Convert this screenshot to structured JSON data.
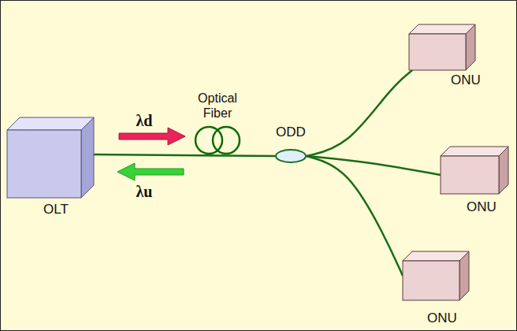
{
  "diagram": {
    "nodes": [
      {
        "text": [
          "OLT"
        ]
      },
      {
        "text": [
          "ODD"
        ]
      },
      {
        "text": [
          "ONU"
        ]
      },
      {
        "text": [
          "ONU"
        ]
      },
      {
        "text": [
          "ONU"
        ]
      }
    ],
    "edges": [
      {
        "from": 0,
        "to": 1,
        "arrow": "none"
      },
      {
        "from": 1,
        "to": 2,
        "arrow": "none"
      },
      {
        "from": 1,
        "to": 3,
        "arrow": "none"
      },
      {
        "from": 1,
        "to": 4,
        "arrow": "none"
      }
    ],
    "labels": [
      "λd",
      "Optical Fiber",
      "λu"
    ]
  }
}
